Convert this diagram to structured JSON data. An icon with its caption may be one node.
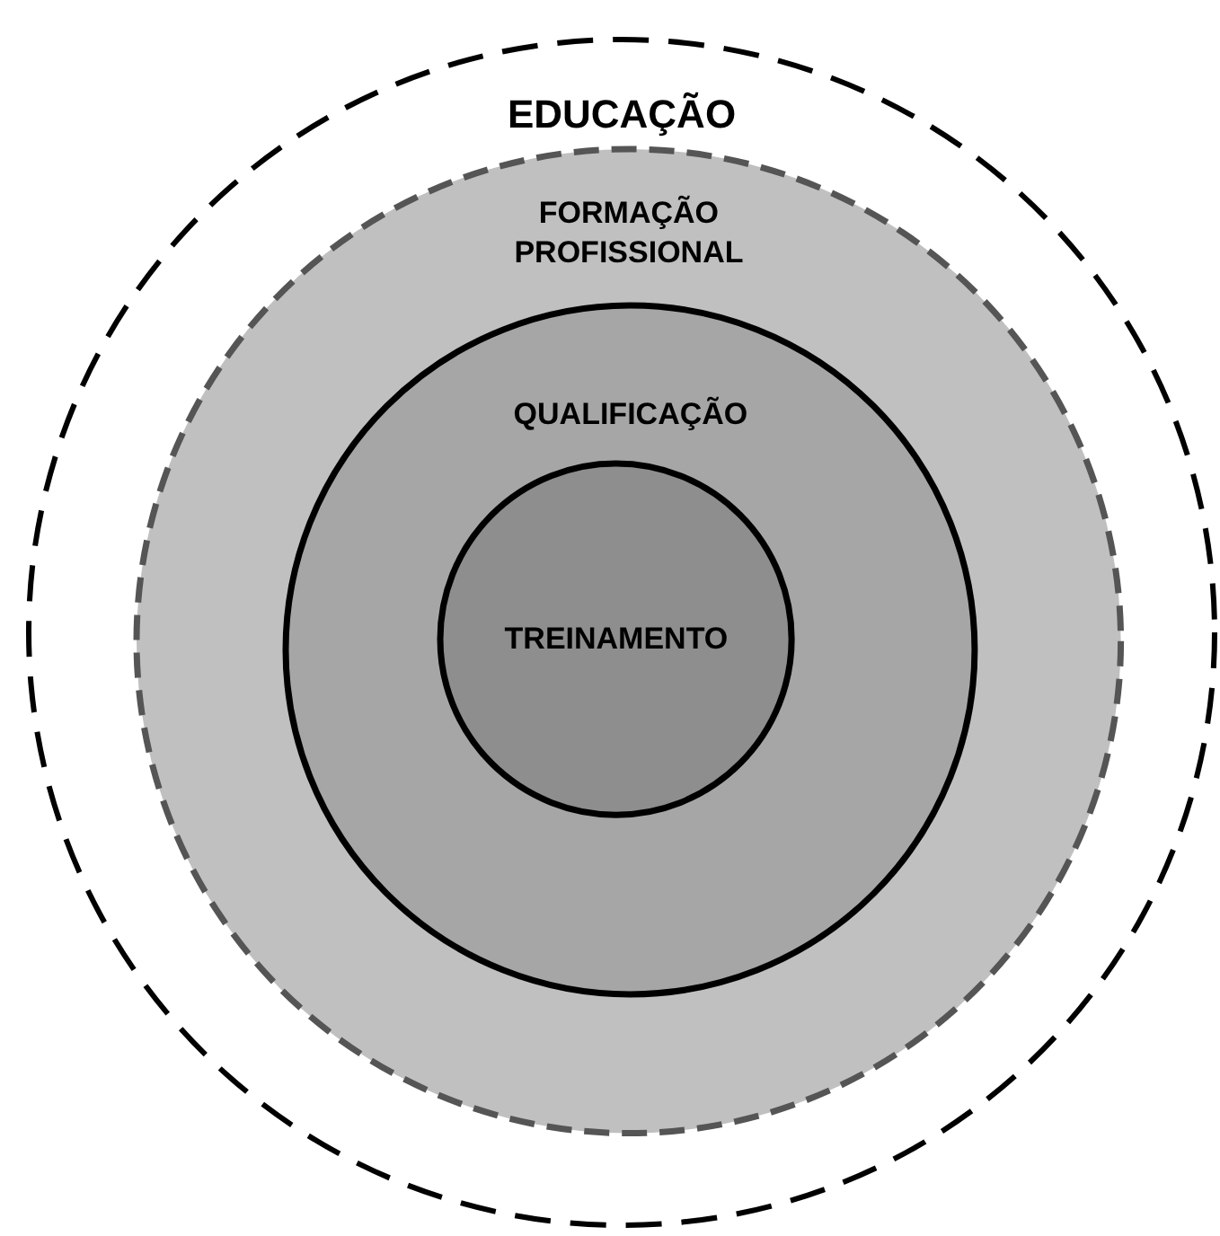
{
  "diagram": {
    "nodes": [
      {
        "text": [
          "EDUCAÇÃO"
        ]
      },
      {
        "text": [
          "FORMAÇÃO PROFISSIONAL"
        ],
        "in": 0
      },
      {
        "text": [
          "QUALIFICAÇÃO"
        ],
        "in": 1
      },
      {
        "text": [
          "TREINAMENTO"
        ],
        "in": 2
      }
    ]
  }
}
